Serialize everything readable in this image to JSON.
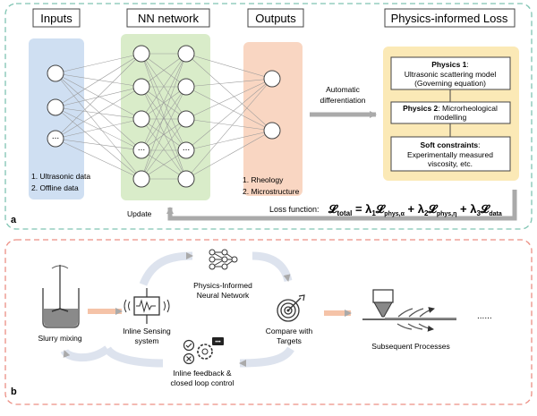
{
  "panel_a": {
    "tag": "a",
    "headers": {
      "inputs": "Inputs",
      "nn_network": "NN network",
      "outputs": "Outputs",
      "loss": "Physics-informed Loss"
    },
    "inputs_list": [
      "1. Ultrasonic data",
      "2. Offline data"
    ],
    "outputs_list": [
      "1. Rheology",
      "2. Microstructure"
    ],
    "dots": "...",
    "auto_diff": [
      "Automatic",
      "differentiation"
    ],
    "physics1": {
      "title": "Physics 1",
      "colon": ":",
      "lines": [
        "Ultrasonic scattering model",
        "(Governing equation)"
      ]
    },
    "physics2": {
      "title": "Physics 2",
      "rest": ": Microrheological",
      "line2": "modelling"
    },
    "soft": {
      "title": "Soft constraints",
      "colon": ":",
      "lines": [
        "Experimentally measured",
        "viscosity, etc."
      ]
    },
    "update": "Update",
    "loss_fn": "Loss function:"
  },
  "panel_b": {
    "tag": "b",
    "slurry": "Slurry mixing",
    "inline_sensing": [
      "Inline Sensing",
      "system"
    ],
    "pinn": [
      "Physics-Informed",
      "Neural Network"
    ],
    "compare": [
      "Compare with",
      "Targets"
    ],
    "feedback": [
      "Inline feedback &",
      "closed loop control"
    ],
    "subsequent": "Subsequent Processes",
    "more": "......"
  },
  "colors": {
    "teal_dash": "#7fc4b2",
    "pink_dash": "#ec8f84",
    "input_fill": "#cfdff2",
    "nn_fill": "#d9ecc9",
    "output_fill": "#f9d6c2",
    "loss_fill": "#fbe9b6",
    "arrow_gray": "#aaaaaa"
  }
}
